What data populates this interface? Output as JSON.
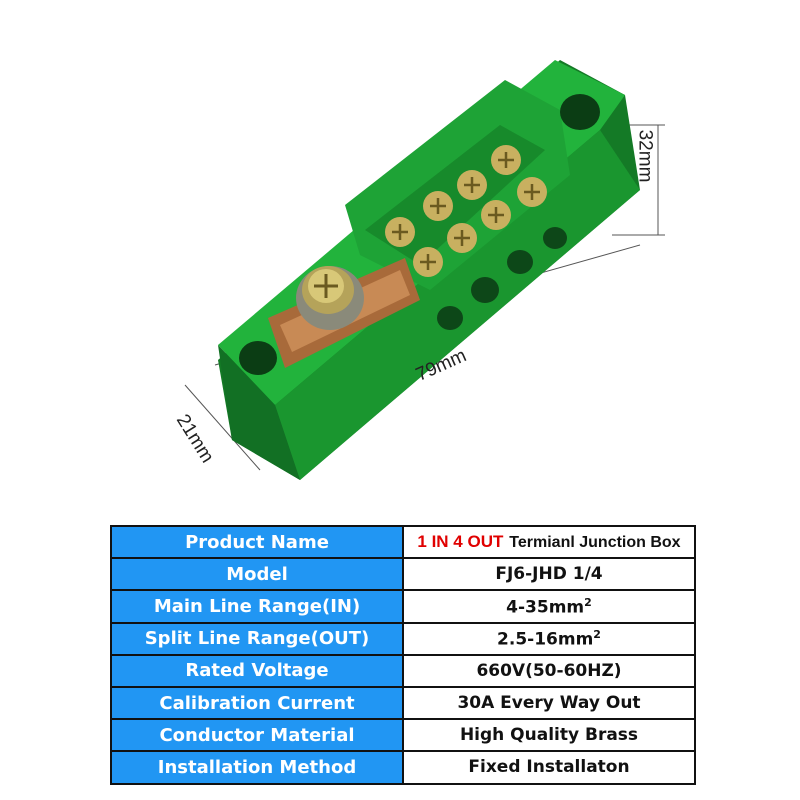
{
  "dimensions": {
    "height": "32mm",
    "length": "79mm",
    "width": "21mm"
  },
  "specs": {
    "product_name": {
      "label": "Product Name",
      "value_highlight": "1 IN 4 OUT",
      "value_rest": "Termianl Junction Box"
    },
    "model": {
      "label": "Model",
      "value": "FJ6-JHD 1/4"
    },
    "main_line": {
      "label": "Main Line Range(IN)",
      "value": "4-35mm",
      "sup": "2"
    },
    "split_line": {
      "label": "Split Line Range(OUT)",
      "value": "2.5-16mm",
      "sup": "2"
    },
    "voltage": {
      "label": "Rated Voltage",
      "value": "660V(50-60HZ)"
    },
    "current": {
      "label": "Calibration Current",
      "value": "30A Every Way Out"
    },
    "material": {
      "label": "Conductor Material",
      "value": "High Quality Brass"
    },
    "installation": {
      "label": "Installation Method",
      "value": "Fixed Installaton"
    }
  },
  "colors": {
    "housing": "#1ea336",
    "housing_dark": "#147a26",
    "table_header": "#2196f3",
    "highlight": "#e00000"
  }
}
